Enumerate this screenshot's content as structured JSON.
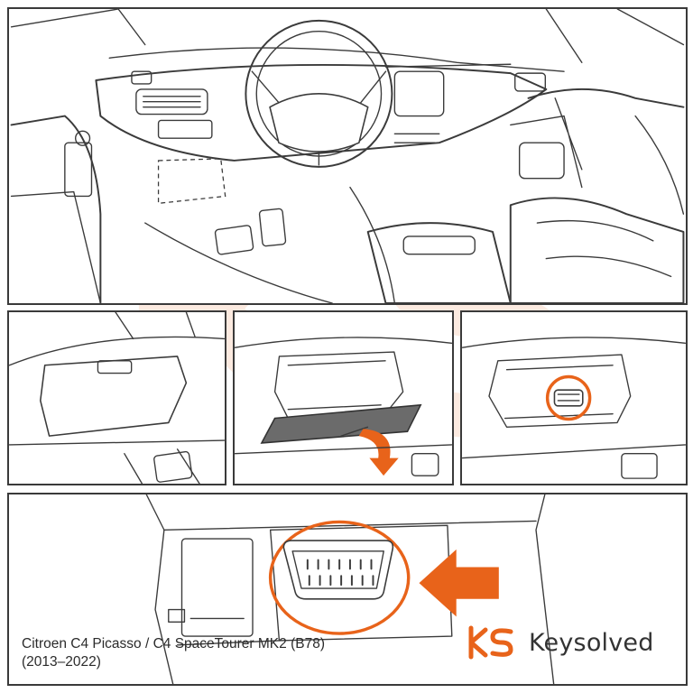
{
  "caption": {
    "model": "Citroen C4 Picasso / C4 SpaceTourer MK2 (B78)",
    "years": "(2013–2022)"
  },
  "brand": {
    "name": "Keysolved",
    "logo_text": "KS",
    "accent_color": "#e8631a"
  },
  "watermark": {
    "text": "KS"
  },
  "steps": [
    {
      "id": "overview",
      "icon": "car-interior-overview"
    },
    {
      "id": "locate-cover",
      "icon": "fuse-cover-closed"
    },
    {
      "id": "remove-cover",
      "icon": "fuse-cover-removed"
    },
    {
      "id": "port-visible",
      "icon": "obd-port-highlight"
    },
    {
      "id": "closeup",
      "icon": "obd-port-closeup"
    }
  ]
}
